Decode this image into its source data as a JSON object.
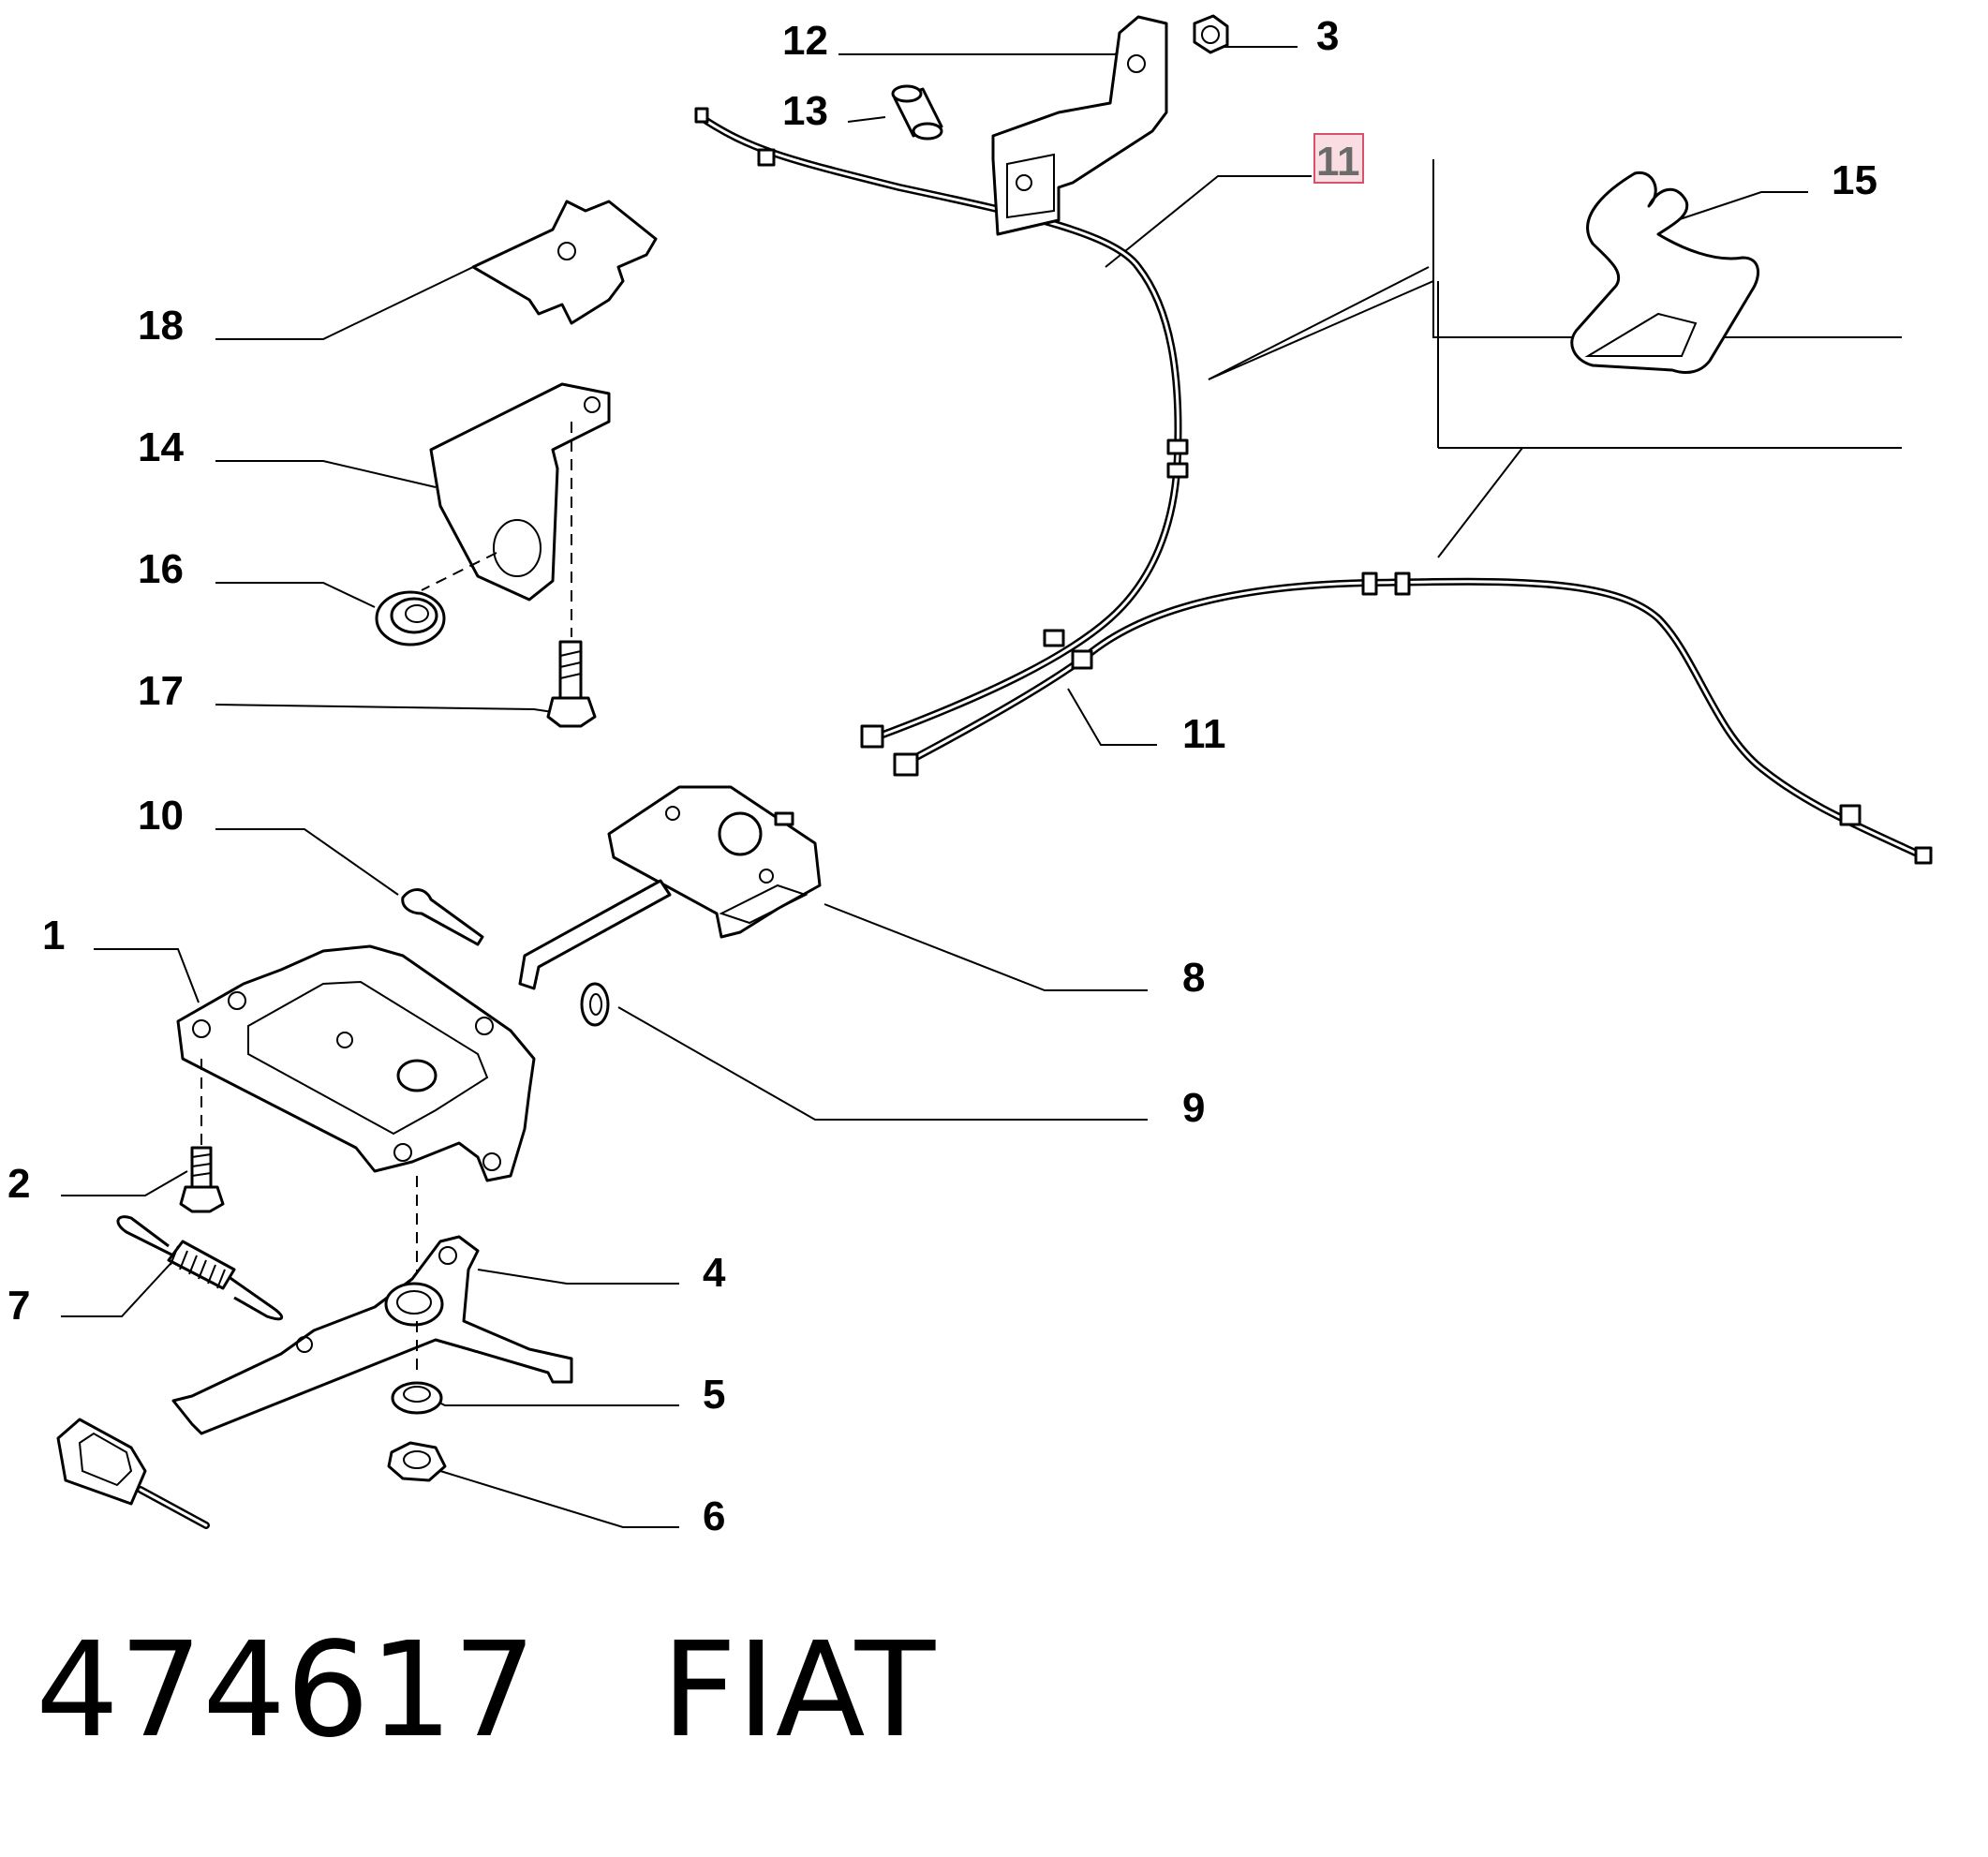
{
  "callouts": {
    "n1": "1",
    "n2": "2",
    "n3": "3",
    "n4": "4",
    "n5": "5",
    "n6": "6",
    "n7": "7",
    "n8": "8",
    "n9": "9",
    "n10": "10",
    "n11a": "11",
    "n11b": "11",
    "n12": "12",
    "n13": "13",
    "n14": "14",
    "n15": "15",
    "n16": "16",
    "n17": "17",
    "n18": "18"
  },
  "highlighted_callout": "11",
  "caption": {
    "part_number": "474617",
    "brand": "FIAT"
  },
  "colors": {
    "highlight_fill": "#f9dde3",
    "highlight_border": "#d6536d",
    "highlight_text": "#6b6b6b"
  }
}
